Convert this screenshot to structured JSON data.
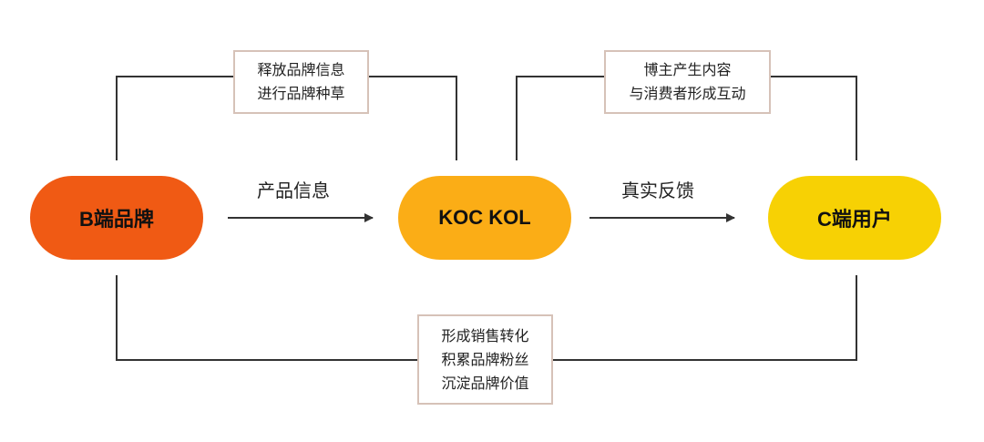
{
  "nodes": {
    "brand": {
      "label": "B端品牌",
      "color": "#f05a14"
    },
    "influencer": {
      "label": "KOC KOL",
      "color": "#fbad16"
    },
    "consumer": {
      "label": "C端用户",
      "color": "#f7d104"
    }
  },
  "edges": {
    "brand_to_influencer": "产品信息",
    "influencer_to_consumer": "真实反馈"
  },
  "notes": {
    "brand_loop": [
      "释放品牌信息",
      "进行品牌种草"
    ],
    "influencer_loop": [
      "博主产生内容",
      "与消费者形成互动"
    ],
    "bottom_loop": [
      "形成销售转化",
      "积累品牌粉丝",
      "沉淀品牌价值"
    ]
  },
  "colors": {
    "line": "#333333",
    "note_border": "#d6c2b8"
  }
}
